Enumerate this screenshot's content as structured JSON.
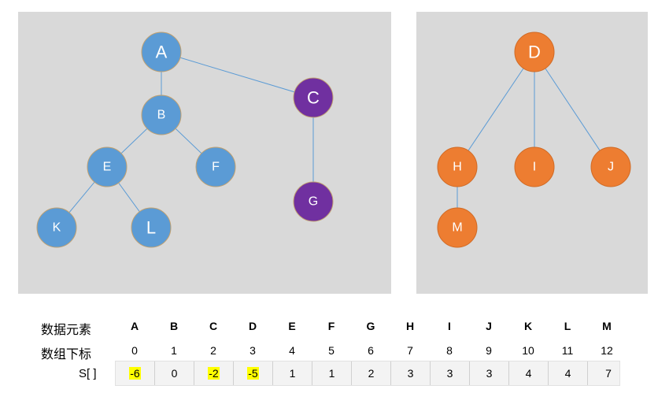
{
  "trees": {
    "nodes": [
      {
        "id": "A",
        "label": "A",
        "color": "#5b9bd5"
      },
      {
        "id": "B",
        "label": "B",
        "color": "#5b9bd5"
      },
      {
        "id": "C",
        "label": "C",
        "color": "#7030a0"
      },
      {
        "id": "E",
        "label": "E",
        "color": "#5b9bd5"
      },
      {
        "id": "F",
        "label": "F",
        "color": "#5b9bd5"
      },
      {
        "id": "G",
        "label": "G",
        "color": "#7030a0"
      },
      {
        "id": "K",
        "label": "K",
        "color": "#5b9bd5"
      },
      {
        "id": "L",
        "label": "L",
        "color": "#5b9bd5"
      },
      {
        "id": "D",
        "label": "D",
        "color": "#ed7d31"
      },
      {
        "id": "H",
        "label": "H",
        "color": "#ed7d31"
      },
      {
        "id": "I",
        "label": "I",
        "color": "#ed7d31"
      },
      {
        "id": "J",
        "label": "J",
        "color": "#ed7d31"
      },
      {
        "id": "M",
        "label": "M",
        "color": "#ed7d31"
      }
    ],
    "edges": [
      [
        "A",
        "B"
      ],
      [
        "A",
        "C"
      ],
      [
        "B",
        "E"
      ],
      [
        "B",
        "F"
      ],
      [
        "C",
        "G"
      ],
      [
        "E",
        "K"
      ],
      [
        "E",
        "L"
      ],
      [
        "D",
        "H"
      ],
      [
        "D",
        "I"
      ],
      [
        "D",
        "J"
      ],
      [
        "H",
        "M"
      ]
    ]
  },
  "table": {
    "row_labels": {
      "elements": "数据元素",
      "indices": "数组下标",
      "s": "S[ ]"
    },
    "elements": [
      "A",
      "B",
      "C",
      "D",
      "E",
      "F",
      "G",
      "H",
      "I",
      "J",
      "K",
      "L",
      "M"
    ],
    "indices": [
      "0",
      "1",
      "2",
      "3",
      "4",
      "5",
      "6",
      "7",
      "8",
      "9",
      "10",
      "11",
      "12"
    ],
    "s_values": [
      "-6",
      "0",
      "-2",
      "-5",
      "1",
      "1",
      "2",
      "3",
      "3",
      "3",
      "4",
      "4",
      "7"
    ],
    "highlighted": [
      0,
      2,
      3
    ],
    "highlight_color": "#ffff00"
  }
}
